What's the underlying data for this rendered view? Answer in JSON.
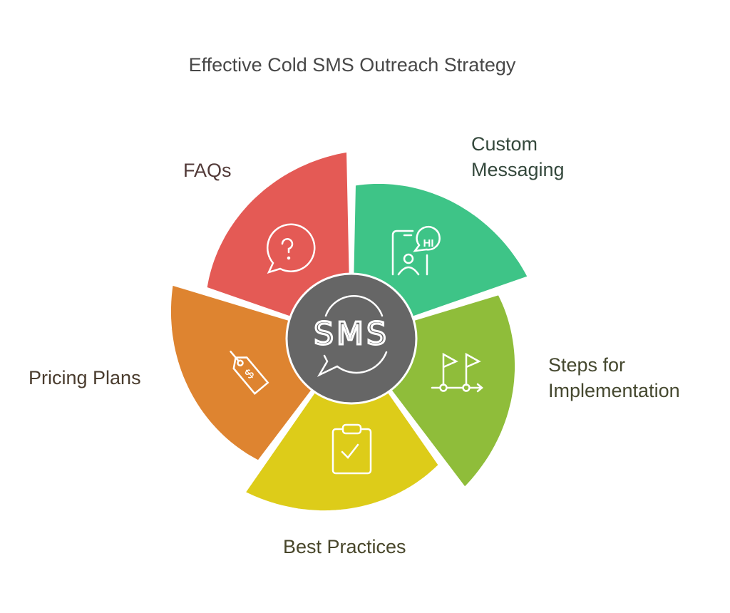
{
  "title": "Effective Cold SMS Outreach Strategy",
  "center": {
    "label": "SMS",
    "icon": "sms-chat-bubble-icon",
    "color": "#666666"
  },
  "segments": [
    {
      "id": "custom-messaging",
      "label_lines": [
        "Custom",
        "Messaging"
      ],
      "color": "#3EC487",
      "icon": "phone-chat-person-icon",
      "icon_text": "HI"
    },
    {
      "id": "steps-for-implementation",
      "label_lines": [
        "Steps for",
        "Implementation"
      ],
      "color": "#8FBD3A",
      "icon": "flags-timeline-icon"
    },
    {
      "id": "best-practices",
      "label_lines": [
        "Best Practices"
      ],
      "color": "#DDCC19",
      "icon": "clipboard-check-icon"
    },
    {
      "id": "pricing-plans",
      "label_lines": [
        "Pricing Plans"
      ],
      "color": "#DE8430",
      "icon": "price-tag-icon"
    },
    {
      "id": "faqs",
      "label_lines": [
        "FAQs"
      ],
      "color": "#E45A55",
      "icon": "question-bubble-icon"
    }
  ]
}
